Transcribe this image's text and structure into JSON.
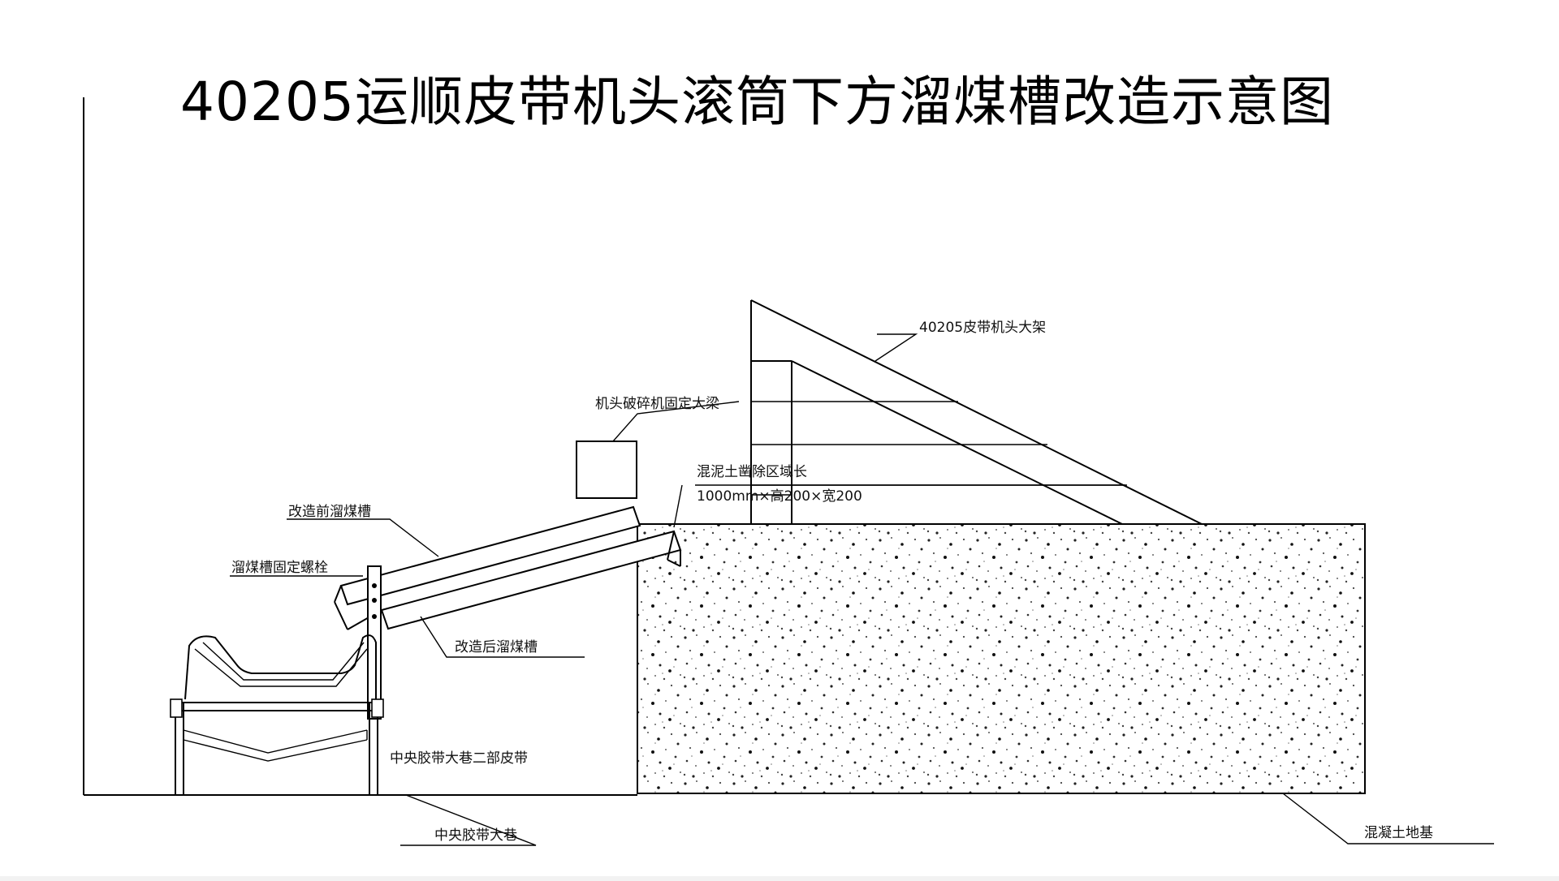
{
  "title": "40205运顺皮带机头滚筒下方溜煤槽改造示意图",
  "labels": {
    "head_frame": "40205皮带机头大架",
    "crusher_beam": "机头破碎机固定大梁",
    "concrete_remove_line1": "混泥土凿除区域长",
    "concrete_remove_line2": "1000mm×高200×宽200",
    "old_chute": "改造前溜煤槽",
    "chute_bolt": "溜煤槽固定螺栓",
    "new_chute": "改造后溜煤槽",
    "central_belt_2": "中央胶带大巷二部皮带",
    "central_roadway": "中央胶带大巷",
    "concrete_base": "混凝土地基"
  },
  "colors": {
    "line": "#000000",
    "background": "#ffffff"
  }
}
